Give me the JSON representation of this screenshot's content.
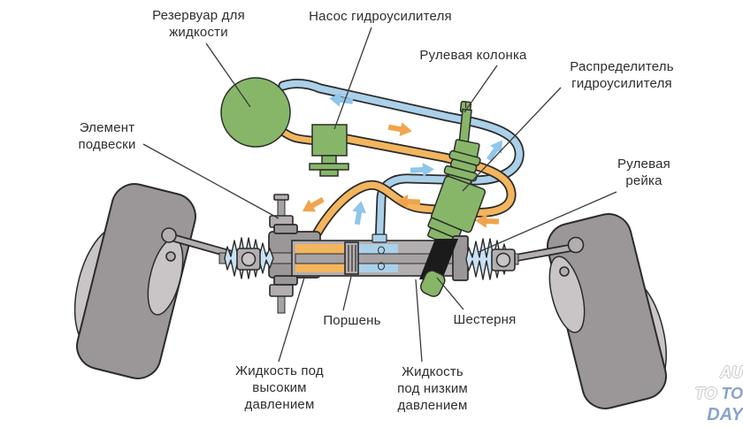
{
  "labels": {
    "reservoir": "Резервуар для\nжидкости",
    "pump": "Насос гидроусилителя",
    "steering_column": "Рулевая колонка",
    "distributor": "Распределитель\nгидроусилителя",
    "suspension": "Элемент\nподвески",
    "rack": "Рулевая\nрейка",
    "piston": "Поршень",
    "gear": "Шестерня",
    "high_pressure": "Жидкость под\nвысоким\nдавлением",
    "low_pressure": "Жидкость\nпод низким\nдавлением"
  },
  "watermark": {
    "line1": "AU",
    "line2a": "TO",
    "line2b": "TO",
    "line3": "DAY"
  },
  "colors": {
    "green": "#87b669",
    "orange": "#f3b55e",
    "orange_arrow": "#f0a44c",
    "blue_pipe": "#abd0e9",
    "blue_arrow": "#8fc6ea",
    "bellows": "#c8e2f4",
    "gray_tire": "#9b9698",
    "gray_light": "#c9c5c7",
    "gray_mid": "#b3aeb0",
    "gray_rod": "#a7a2a4",
    "pinion_black": "#1b1b1b",
    "outline": "#2b2b2b",
    "line": "#3a3a3a",
    "text": "#2e2e2e",
    "wm_blue": "#8aa3cb"
  }
}
